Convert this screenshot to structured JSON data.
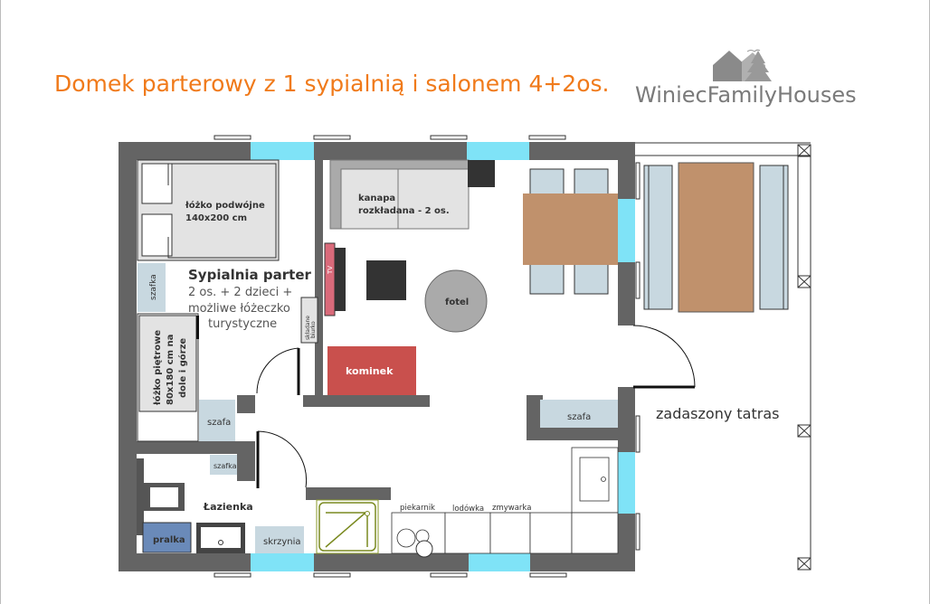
{
  "title": "Domek parterowy z 1 sypialnią i salonem 4+2os.",
  "logo": {
    "text_light": "Winiec",
    "text_bold": "Family",
    "text_end": "Houses"
  },
  "colors": {
    "title": "#f07a1a",
    "wall": "#646464",
    "window": "#7fe3f7",
    "fireplace": "#c9504d",
    "table": "#c0916c",
    "furniture": "#c8d8e0",
    "washer": "#6a8ab9"
  },
  "rooms": {
    "bedroom": {
      "name": "Sypialnia parter",
      "line1": "2 os. + 2 dzieci +",
      "line2": "możliwe łóżeczko",
      "line3": "turystyczne"
    },
    "bathroom": "Łazienka",
    "terrace": "zadaszony tatras"
  },
  "furniture": {
    "double_bed": [
      "łóżko podwójne",
      "140x200 cm"
    ],
    "bunk_bed": [
      "łóżko piętrowe",
      "80x180 cm na",
      "dole i górze"
    ],
    "nightstand": "szafka",
    "wardrobe_bedroom": "szafa",
    "desk": [
      "składane",
      "biurko"
    ],
    "tv": "TV",
    "sofa": [
      "kanapa",
      "rozkładana - 2 os."
    ],
    "armchair": "fotel",
    "fireplace": "kominek",
    "wardrobe_hall": "szafa",
    "bath_cabinet": "szafka",
    "washer": "pralka",
    "chest": "skrzynia",
    "oven": "piekarnik",
    "fridge": "lodówka",
    "dishwasher": "zmywarka"
  }
}
